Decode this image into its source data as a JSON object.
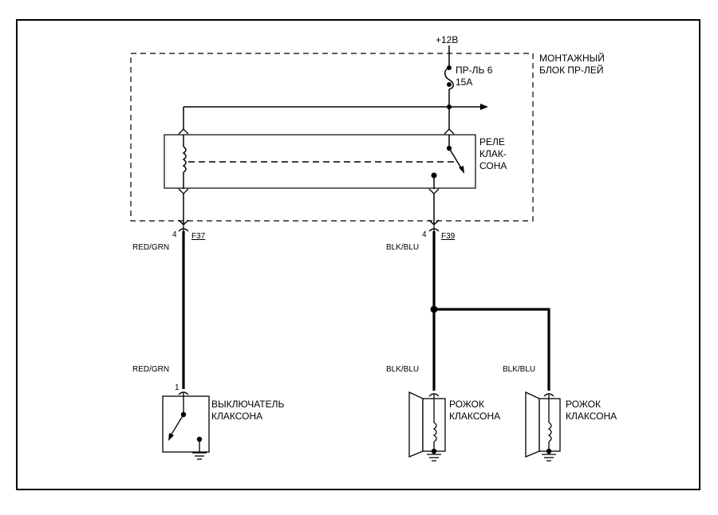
{
  "diagram": {
    "supply": "+12В",
    "relay_block": {
      "title_line1": "МОНТАЖНЫЙ",
      "title_line2": "БЛОК ПР-ЛЕЙ"
    },
    "fuse": {
      "name": "ПР-ЛЬ 6",
      "rating": "15А"
    },
    "relay": {
      "line1": "РЕЛЕ",
      "line2": "КЛАК-",
      "line3": "СОНА"
    },
    "connectors": {
      "left_pin": "4",
      "left_id": "F37",
      "right_pin": "4",
      "right_id": "F39",
      "switch_pin": "1"
    },
    "wires": {
      "left_top": "RED/GRN",
      "left_bottom": "RED/GRN",
      "right_top": "BLK/BLU",
      "horn1": "BLK/BLU",
      "horn2": "BLK/BLU"
    },
    "components": {
      "switch_line1": "ВЫКЛЮЧАТЕЛЬ",
      "switch_line2": "КЛАКСОНА",
      "horn1_line1": "РОЖОК",
      "horn1_line2": "КЛАКСОНА",
      "horn2_line1": "РОЖОК",
      "horn2_line2": "КЛАКСОНА"
    }
  }
}
